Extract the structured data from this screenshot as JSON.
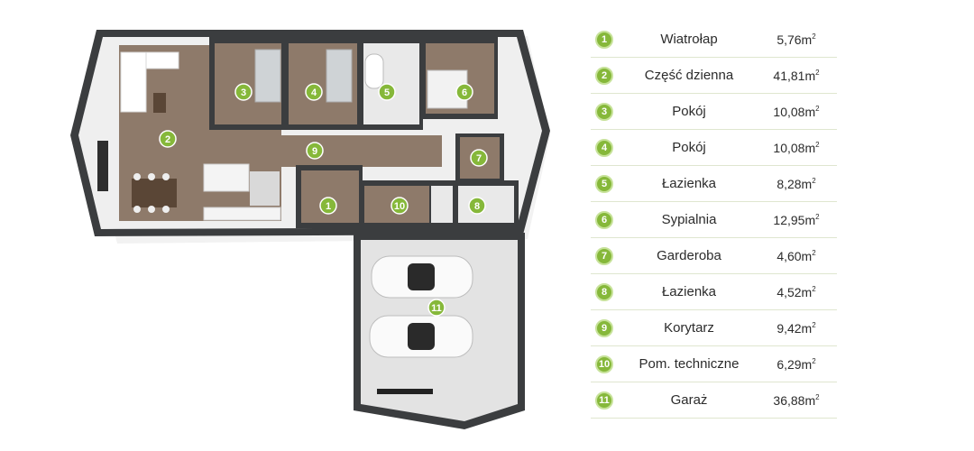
{
  "accent_color": "#86b83a",
  "unit_superscript": "2",
  "rooms": [
    {
      "num": "1",
      "name": "Wiatrołap",
      "area": "5,76m"
    },
    {
      "num": "2",
      "name": "Część dzienna",
      "area": "41,81m"
    },
    {
      "num": "3",
      "name": "Pokój",
      "area": "10,08m"
    },
    {
      "num": "4",
      "name": "Pokój",
      "area": "10,08m"
    },
    {
      "num": "5",
      "name": "Łazienka",
      "area": "8,28m"
    },
    {
      "num": "6",
      "name": "Sypialnia",
      "area": "12,95m"
    },
    {
      "num": "7",
      "name": "Garderoba",
      "area": "4,60m"
    },
    {
      "num": "8",
      "name": "Łazienka",
      "area": "4,52m"
    },
    {
      "num": "9",
      "name": "Korytarz",
      "area": "9,42m"
    },
    {
      "num": "10",
      "name": "Pom. techniczne",
      "area": "6,29m"
    },
    {
      "num": "11",
      "name": "Garaż",
      "area": "36,88m"
    }
  ]
}
